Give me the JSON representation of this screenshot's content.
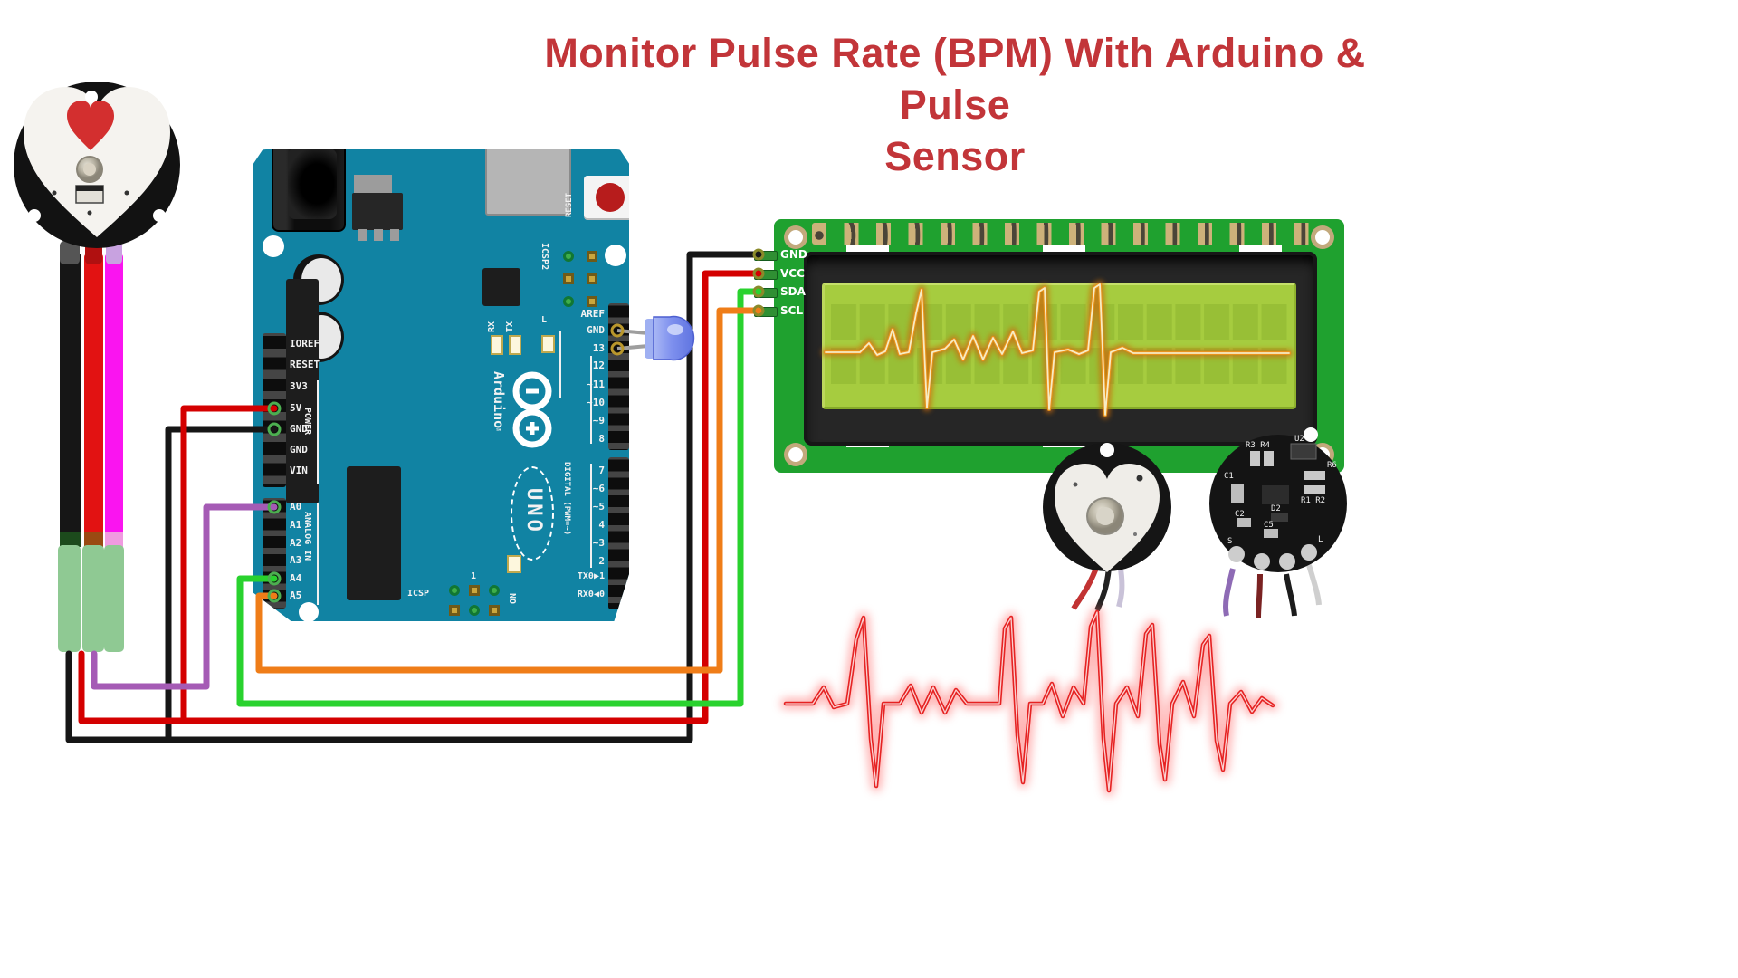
{
  "title": {
    "line1": "Monitor Pulse Rate (BPM) With Arduino & Pulse",
    "line2": "Sensor",
    "color": "#c23539"
  },
  "colors": {
    "background": "#ffffff",
    "board_teal": "#1183a3",
    "lcd_pcb_green": "#1fa12f",
    "lcd_screen_green": "#a6cc3f",
    "lcd_trace_orange": "#e08214",
    "title_red": "#c23539",
    "ecg_red": "#e62222",
    "wire_red": "#d40000",
    "wire_black": "#161616",
    "wire_purple": "#a55bb5",
    "wire_green": "#29d22e",
    "wire_orange": "#ef7d18",
    "sensor_cable_magenta": "#fa14f0",
    "sensor_sleeve_green": "#8fc993",
    "led_blue": "#8a9cf5"
  },
  "arduino": {
    "brand": "Arduino",
    "trademark": "™",
    "model": "UNO",
    "reset_button": "RESET",
    "icsp2": "ICSP2",
    "icsp": "ICSP",
    "icsp_pin1": "1",
    "tx": "TX",
    "rx": "RX",
    "led_l": "L",
    "led_on": "ON",
    "power_group": "POWER",
    "analog_group": "ANALOG IN",
    "digital_group": "DIGITAL (PWM=~)",
    "power_pins": [
      "IOREF",
      "RESET",
      "3V3",
      "5V",
      "GND",
      "GND",
      "VIN"
    ],
    "analog_pins": [
      "A0",
      "A1",
      "A2",
      "A3",
      "A4",
      "A5"
    ],
    "digital_pins_top": [
      "AREF",
      "GND",
      "13",
      "12",
      "~11",
      "~10",
      "~9",
      "8"
    ],
    "digital_pins_bottom": [
      "7",
      "~6",
      "~5",
      "4",
      "~3",
      "2",
      "TX0▶1",
      "RX0◀0"
    ]
  },
  "lcd": {
    "pin_labels": [
      "GND",
      "VCC",
      "SDA",
      "SCL"
    ]
  },
  "pulse_sensor_back": {
    "ref_labels": [
      "C1",
      "R3 R4",
      "U2",
      "R6",
      "R1 R2",
      "D2",
      "C2",
      "C5",
      "S",
      "L"
    ]
  },
  "wires": [
    {
      "color": "red",
      "from": "Arduino 5V",
      "to": "Pulse sensor power / LCD VCC"
    },
    {
      "color": "black",
      "from": "Arduino GND",
      "to": "Pulse sensor ground / LCD GND"
    },
    {
      "color": "purple",
      "from": "Arduino A0",
      "to": "Pulse sensor signal"
    },
    {
      "color": "green",
      "from": "Arduino A4",
      "to": "LCD SDA"
    },
    {
      "color": "orange",
      "from": "Arduino A5",
      "to": "LCD SCL"
    }
  ]
}
